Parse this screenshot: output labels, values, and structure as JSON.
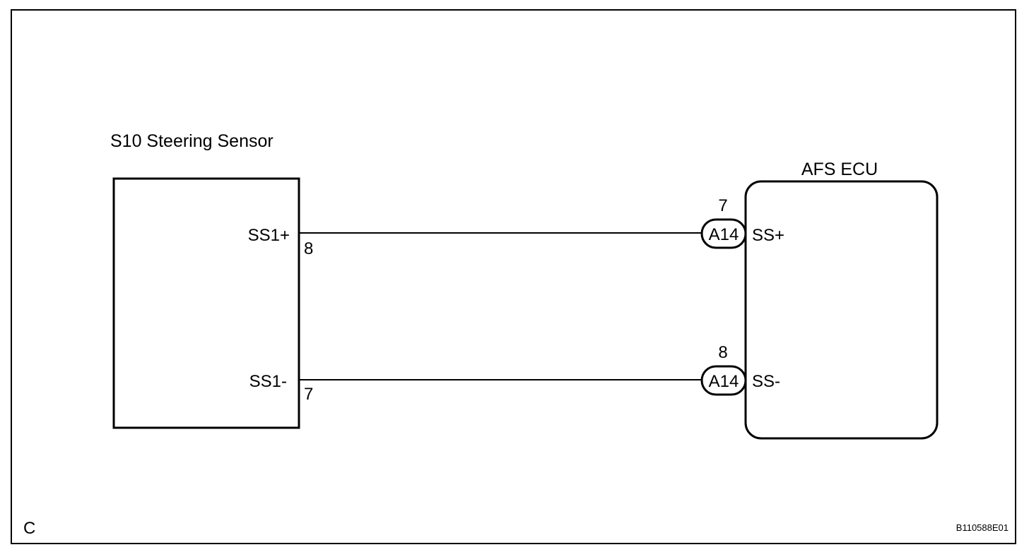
{
  "components": {
    "sensor": {
      "title": "S10 Steering Sensor"
    },
    "ecu": {
      "title": "AFS ECU"
    }
  },
  "wires": [
    {
      "sensor_terminal": "SS1+",
      "sensor_pin": "8",
      "connector": "A14",
      "ecu_pin": "7",
      "ecu_terminal": "SS+"
    },
    {
      "sensor_terminal": "SS1-",
      "sensor_pin": "7",
      "connector": "A14",
      "ecu_pin": "8",
      "ecu_terminal": "SS-"
    }
  ],
  "footer": {
    "corner_letter": "C",
    "figure_code": "B110588E01"
  },
  "colors": {
    "line": "#000000",
    "background": "#ffffff"
  }
}
